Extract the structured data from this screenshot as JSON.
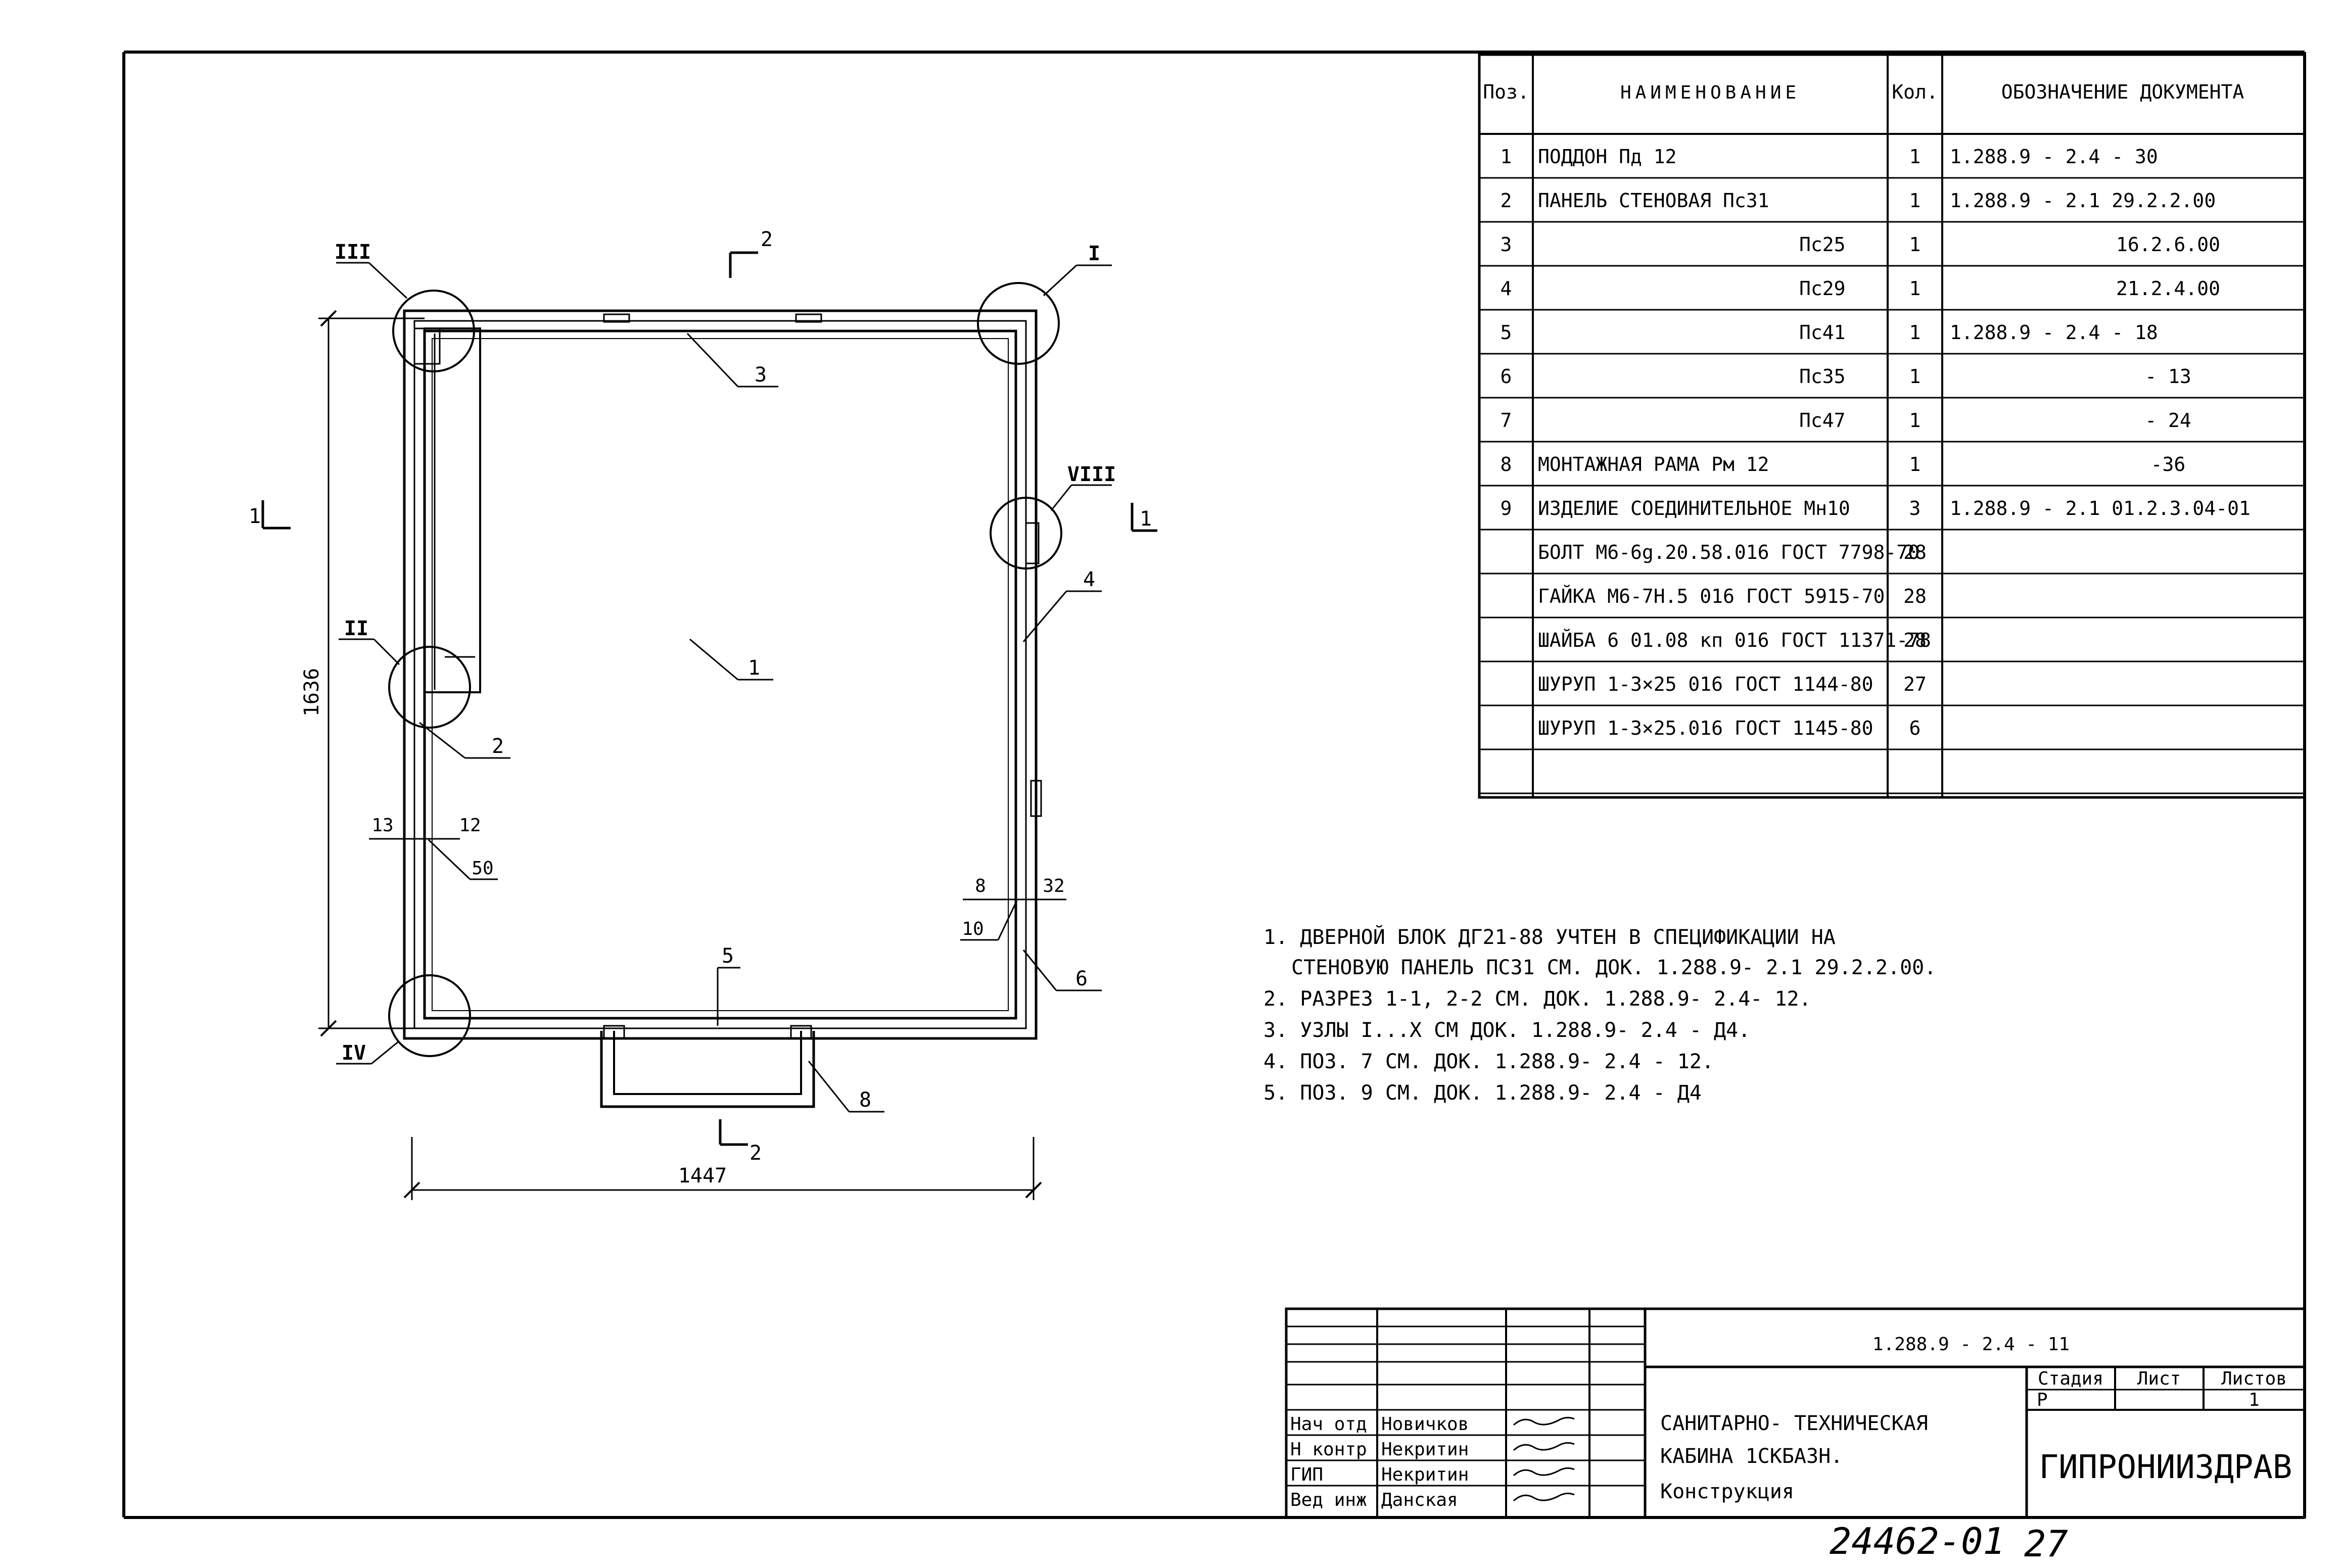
{
  "spec_table": {
    "headers": {
      "pos": "Поз.",
      "name": "НАИМЕНОВАНИЕ",
      "qty": "Кол.",
      "doc": "ОБОЗНАЧЕНИЕ ДОКУМЕНТА"
    },
    "rows": [
      {
        "pos": "1",
        "name": "ПОДДОН Пд 12",
        "qty": "1",
        "doc": "1.288.9 - 2.4 - 30"
      },
      {
        "pos": "2",
        "name": "ПАНЕЛЬ СТЕНОВАЯ Пс31",
        "qty": "1",
        "doc": "1.288.9 - 2.1   29.2.2.00"
      },
      {
        "pos": "3",
        "name": "Пс25",
        "qty": "1",
        "doc": "16.2.6.00"
      },
      {
        "pos": "4",
        "name": "Пс29",
        "qty": "1",
        "doc": "21.2.4.00"
      },
      {
        "pos": "5",
        "name": "Пс41",
        "qty": "1",
        "doc": "1.288.9 - 2.4 - 18"
      },
      {
        "pos": "6",
        "name": "Пс35",
        "qty": "1",
        "doc": "- 13"
      },
      {
        "pos": "7",
        "name": "Пс47",
        "qty": "1",
        "doc": "- 24"
      },
      {
        "pos": "8",
        "name": "МОНТАЖНАЯ РАМА  Рм 12",
        "qty": "1",
        "doc": "-36"
      },
      {
        "pos": "9",
        "name": "ИЗДЕЛИЕ СОЕДИНИТЕЛЬНОЕ Мн10",
        "qty": "3",
        "doc": "1.288.9 - 2.1   01.2.3.04-01"
      },
      {
        "pos": "",
        "name": "БОЛТ М6-6g.20.58.016 ГОСТ 7798-70",
        "qty": "28",
        "doc": ""
      },
      {
        "pos": "",
        "name": "ГАЙКА М6-7Н.5 016 ГОСТ 5915-70",
        "qty": "28",
        "doc": ""
      },
      {
        "pos": "",
        "name": "ШАЙБА 6 01.08 кп 016 ГОСТ 11371-78",
        "qty": "28",
        "doc": ""
      },
      {
        "pos": "",
        "name": "ШУРУП 1-3×25 016 ГОСТ 1144-80",
        "qty": "27",
        "doc": ""
      },
      {
        "pos": "",
        "name": "ШУРУП 1-3×25.016 ГОСТ 1145-80",
        "qty": "6",
        "doc": ""
      },
      {
        "pos": "",
        "name": "",
        "qty": "",
        "doc": ""
      }
    ]
  },
  "notes": [
    "1. ДВЕРНОЙ БЛОК ДГ21-88 УЧТЕН В СПЕЦИФИКАЦИИ НА",
    "СТЕНОВУЮ ПАНЕЛЬ ПС31 СМ. ДОК. 1.288.9- 2.1  29.2.2.00.",
    "2. РАЗРЕЗ 1-1, 2-2 СМ. ДОК. 1.288.9- 2.4- 12.",
    "3. УЗЛЫ  I...X  СМ ДОК. 1.288.9- 2.4 - Д4.",
    "4. ПОЗ. 7 СМ. ДОК. 1.288.9- 2.4 - 12.",
    "5. ПОЗ. 9 СМ. ДОК. 1.288.9- 2.4 - Д4"
  ],
  "drawing": {
    "dim_width": "1447",
    "dim_height": "1636",
    "section_2": "2",
    "section_1": "1",
    "node_labels": {
      "III": "III",
      "I": "I",
      "VIII": "VIII",
      "II": "II",
      "IV": "IV"
    },
    "callouts": {
      "p1": "1",
      "p2": "2",
      "p3": "3",
      "p4": "4",
      "p5": "5",
      "p6": "6",
      "p8": "8"
    },
    "small_dims": {
      "d13": "13",
      "d12": "12",
      "d50": "50",
      "d8": "8",
      "d32": "32",
      "d10": "10"
    }
  },
  "title_block": {
    "doc_code": "1.288.9 - 2.4 - 11",
    "title_line1": "САНИТАРНО- ТЕХНИЧЕСКАЯ",
    "title_line2": "КАБИНА 1СКБАЗН.",
    "title_line3": "Конструкция",
    "stage_label": "Стадия",
    "sheet_label": "Лист",
    "sheets_label": "Листов",
    "stage_value": "Р",
    "sheet_value": "",
    "sheets_value": "1",
    "organization": "ГИПРОНИИЗДРАВ",
    "staff": [
      {
        "role": "Нач отд",
        "name": "Новичков"
      },
      {
        "role": "Н контр",
        "name": "Некритин"
      },
      {
        "role": "ГИП",
        "name": "Некритин"
      },
      {
        "role": "Вед инж",
        "name": "Данская"
      }
    ]
  },
  "archive_number": "24462-01",
  "page_number": "27"
}
